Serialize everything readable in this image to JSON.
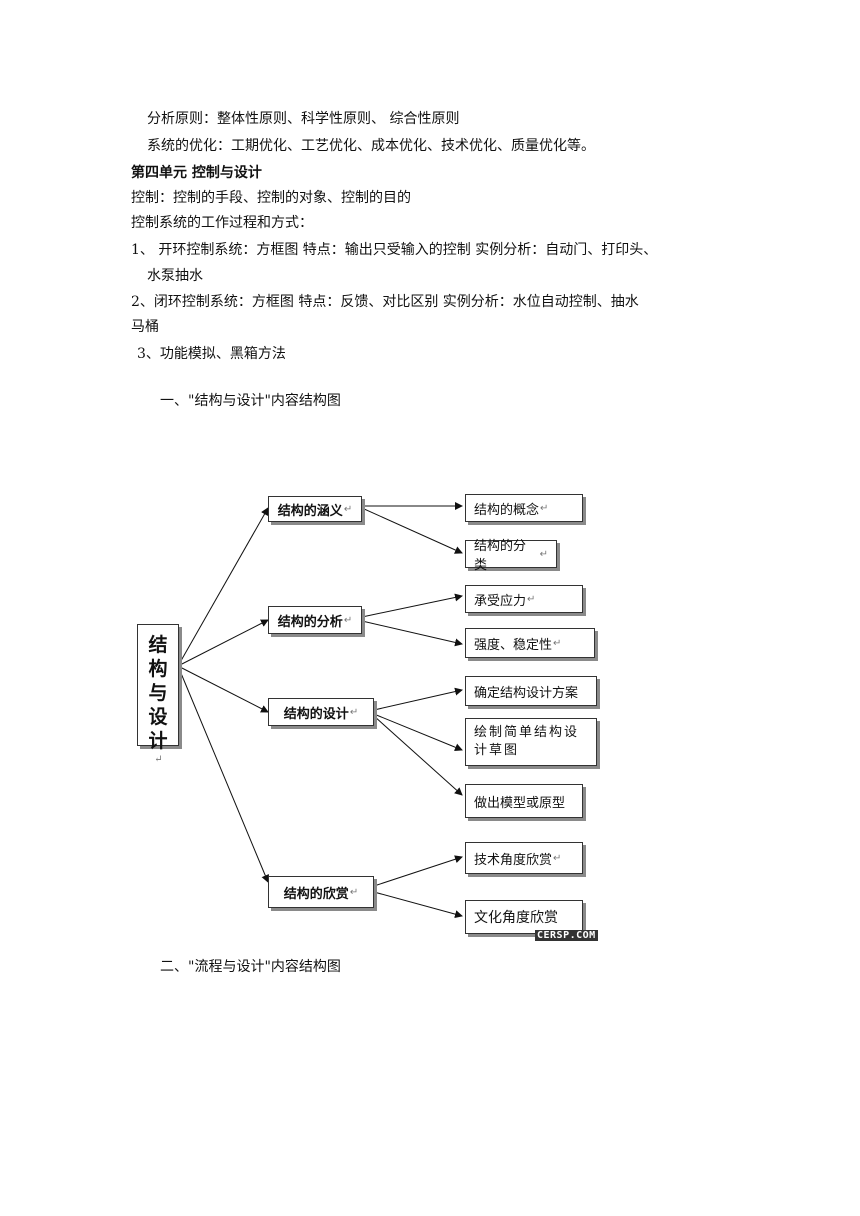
{
  "lines": [
    {
      "text": "分析原则：整体性原则、科学性原则、  综合性原则"
    },
    {
      "text": "系统的优化：工期优化、工艺优化、成本优化、技术优化、质量优化等。"
    },
    {
      "text": "第四单元    控制与设计"
    },
    {
      "text": "控制：控制的手段、控制的对象、控制的目的"
    },
    {
      "text": "控制系统的工作过程和方式："
    },
    {
      "text": "1、  开环控制系统：方框图       特点：输出只受输入的控制       实例分析：自动门、打印头、"
    },
    {
      "text": "水泵抽水"
    },
    {
      "text": "2、闭环控制系统：方框图       特点：反馈、对比区别       实例分析：水位自动控制、抽水"
    },
    {
      "text": "马桶"
    },
    {
      "text": "3、功能模拟、黑箱方法"
    },
    {
      "text": "一、\"结构与设计\"内容结构图"
    },
    {
      "text": "二、\"流程与设计\"内容结构图"
    }
  ],
  "diagram": {
    "root": {
      "chars": [
        "结",
        "构",
        "与",
        "设",
        "计"
      ],
      "mark": "↵"
    },
    "mark": "↵",
    "branches": [
      {
        "label": "结构的涵义",
        "children": [
          {
            "label": "结构的概念"
          },
          {
            "label": "结构的分类"
          }
        ]
      },
      {
        "label": "结构的分析",
        "children": [
          {
            "label": "承受应力"
          },
          {
            "label": "强度、稳定性"
          }
        ]
      },
      {
        "label": "结构的设计",
        "children": [
          {
            "label": "确定结构设计方案"
          },
          {
            "label": "绘制简单结构设计草图"
          },
          {
            "label": "做出模型或原型"
          }
        ]
      },
      {
        "label": "结构的欣赏",
        "children": [
          {
            "label": "技术角度欣赏"
          },
          {
            "label": "文化角度欣赏"
          }
        ]
      }
    ],
    "watermark": "CERSP.COM"
  }
}
